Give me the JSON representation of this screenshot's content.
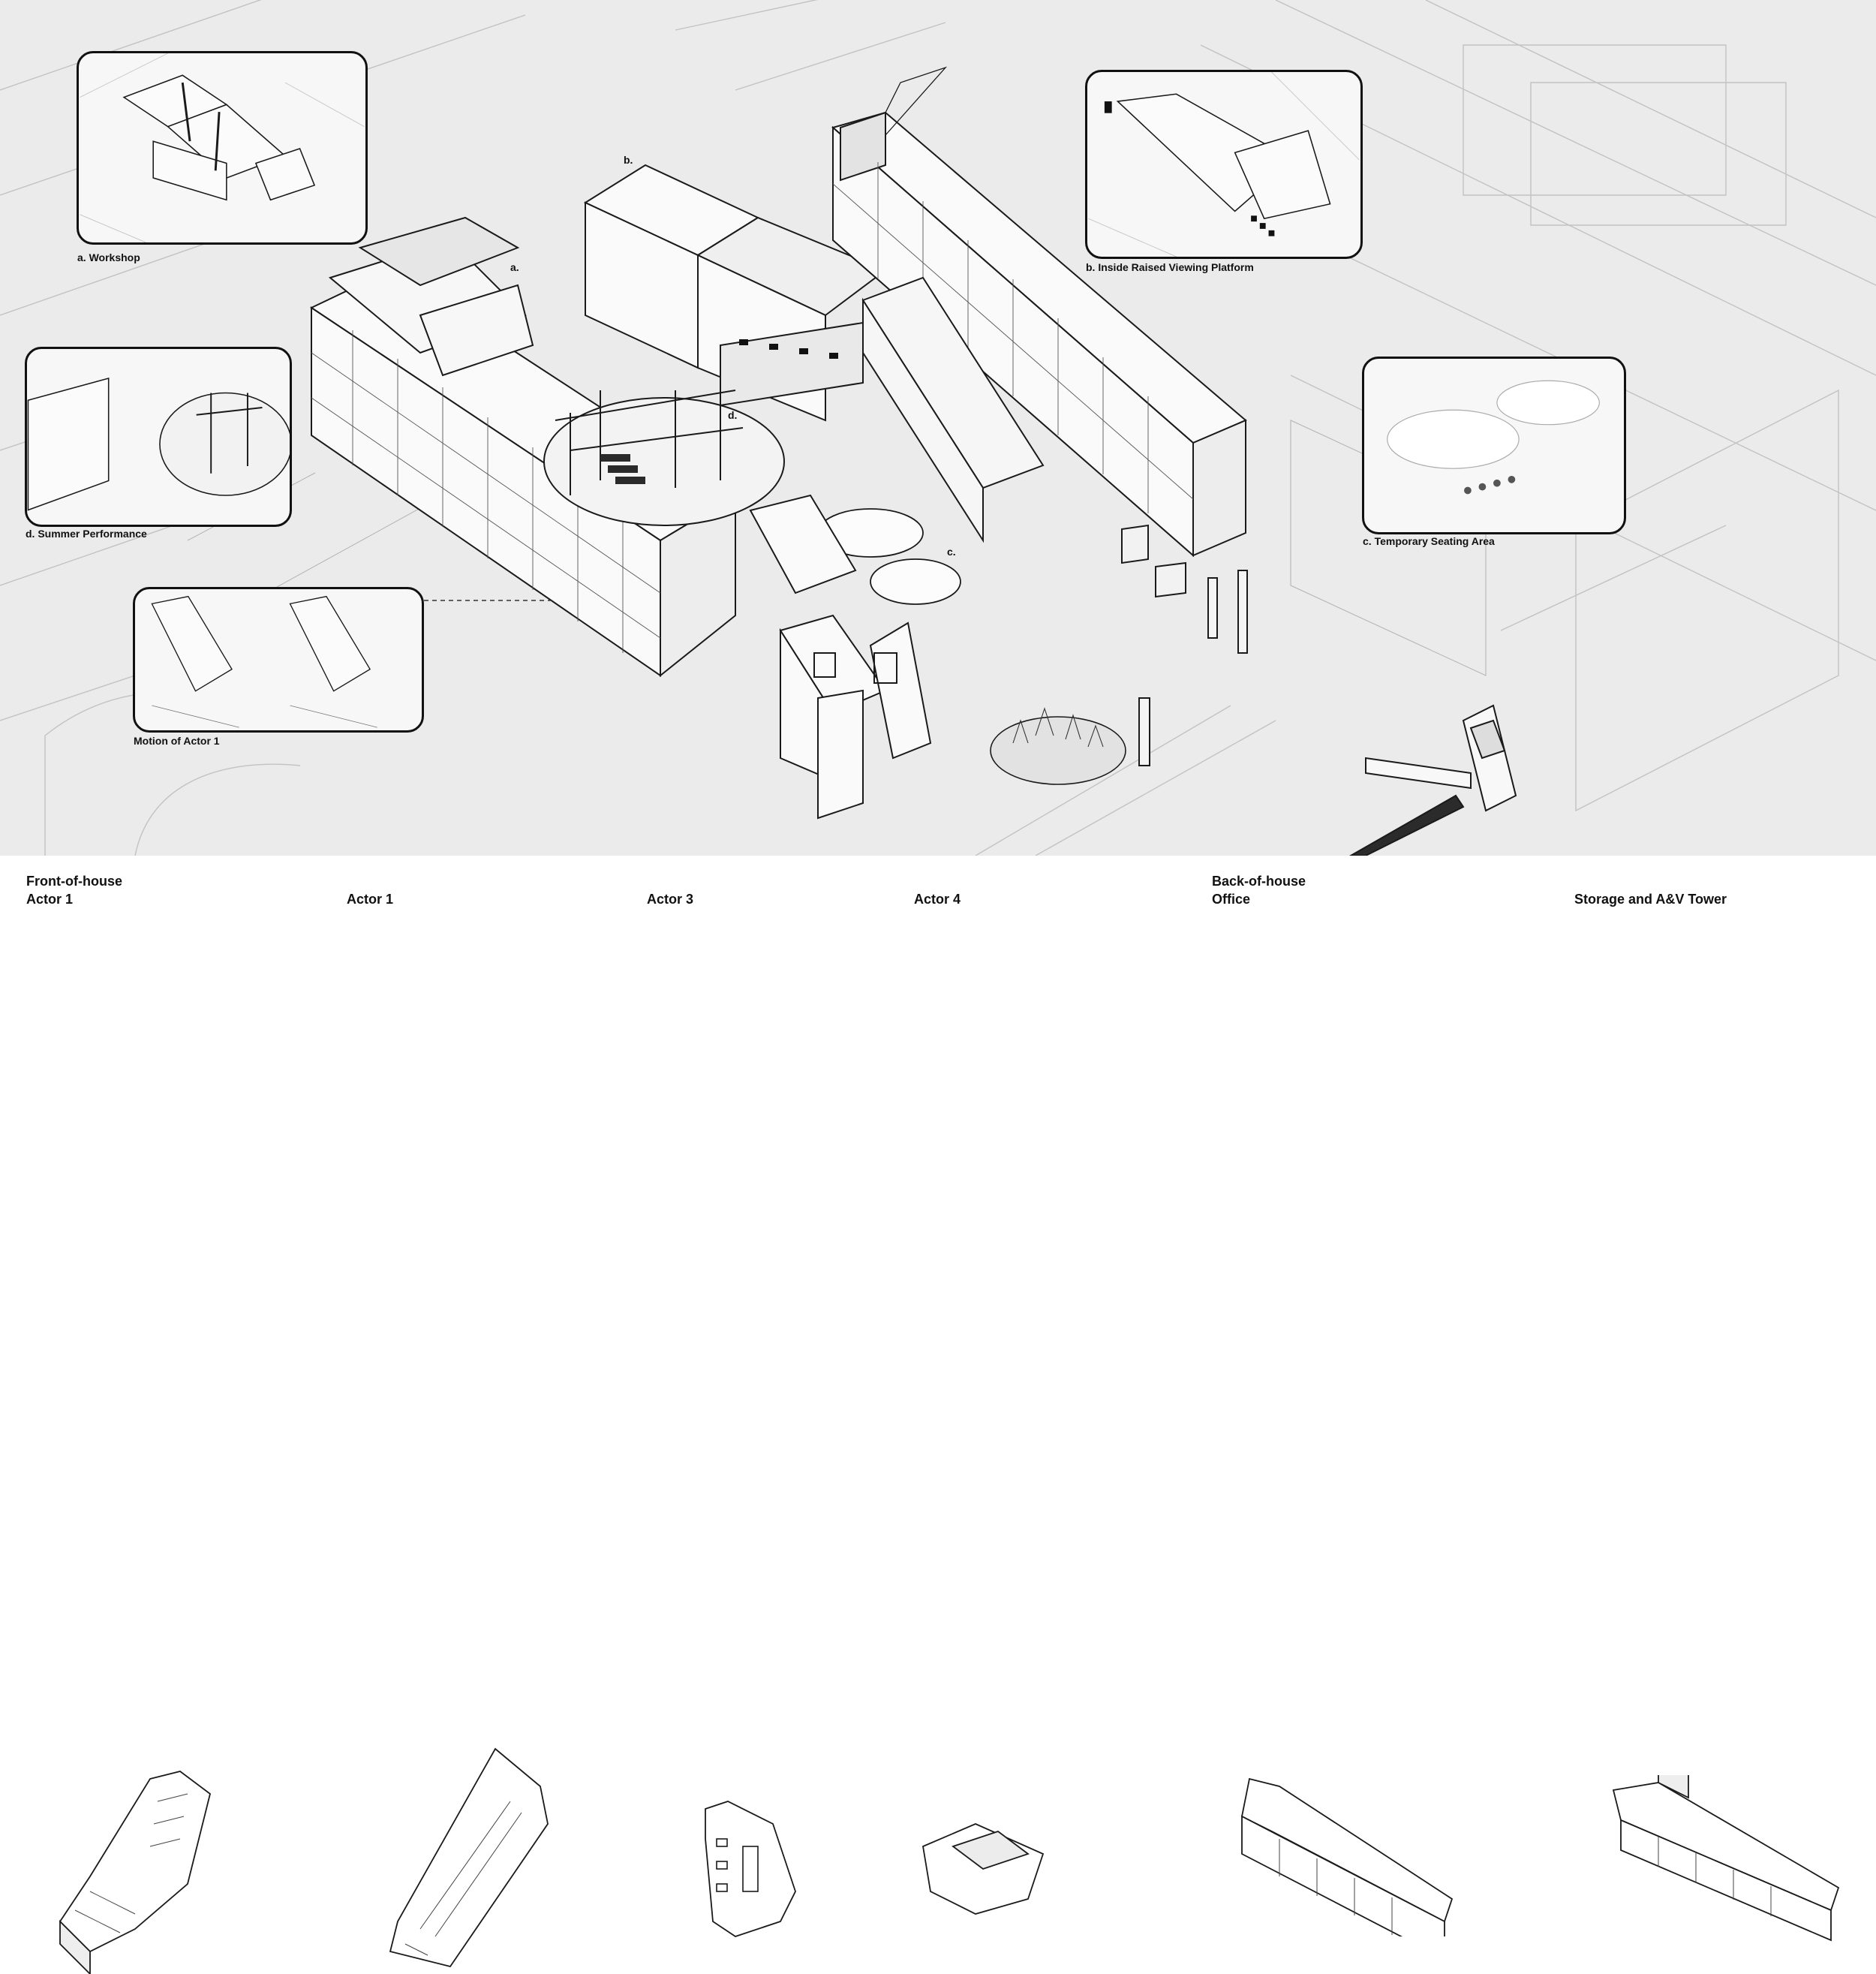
{
  "callouts": {
    "workshop": "a. Workshop",
    "viewing": "b. Inside Raised Viewing Platform",
    "summer": "d. Summer Performance",
    "seating": "c. Temporary Seating Area",
    "motion": "Motion of Actor 1"
  },
  "markers": {
    "a": "a.",
    "b": "b.",
    "c": "c.",
    "d": "d."
  },
  "legend": {
    "foh_line1": "Front-of-house",
    "foh_line2": "Actor 1",
    "actor1": "Actor 1",
    "actor3": "Actor 3",
    "actor4": "Actor 4",
    "boh_line1": "Back-of-house",
    "boh_line2": "Office",
    "storage": "Storage and A&V Tower"
  },
  "colors": {
    "plan_bg": "#ebebeb",
    "line": "#1a1a1a",
    "faint": "#bdbdbd"
  }
}
